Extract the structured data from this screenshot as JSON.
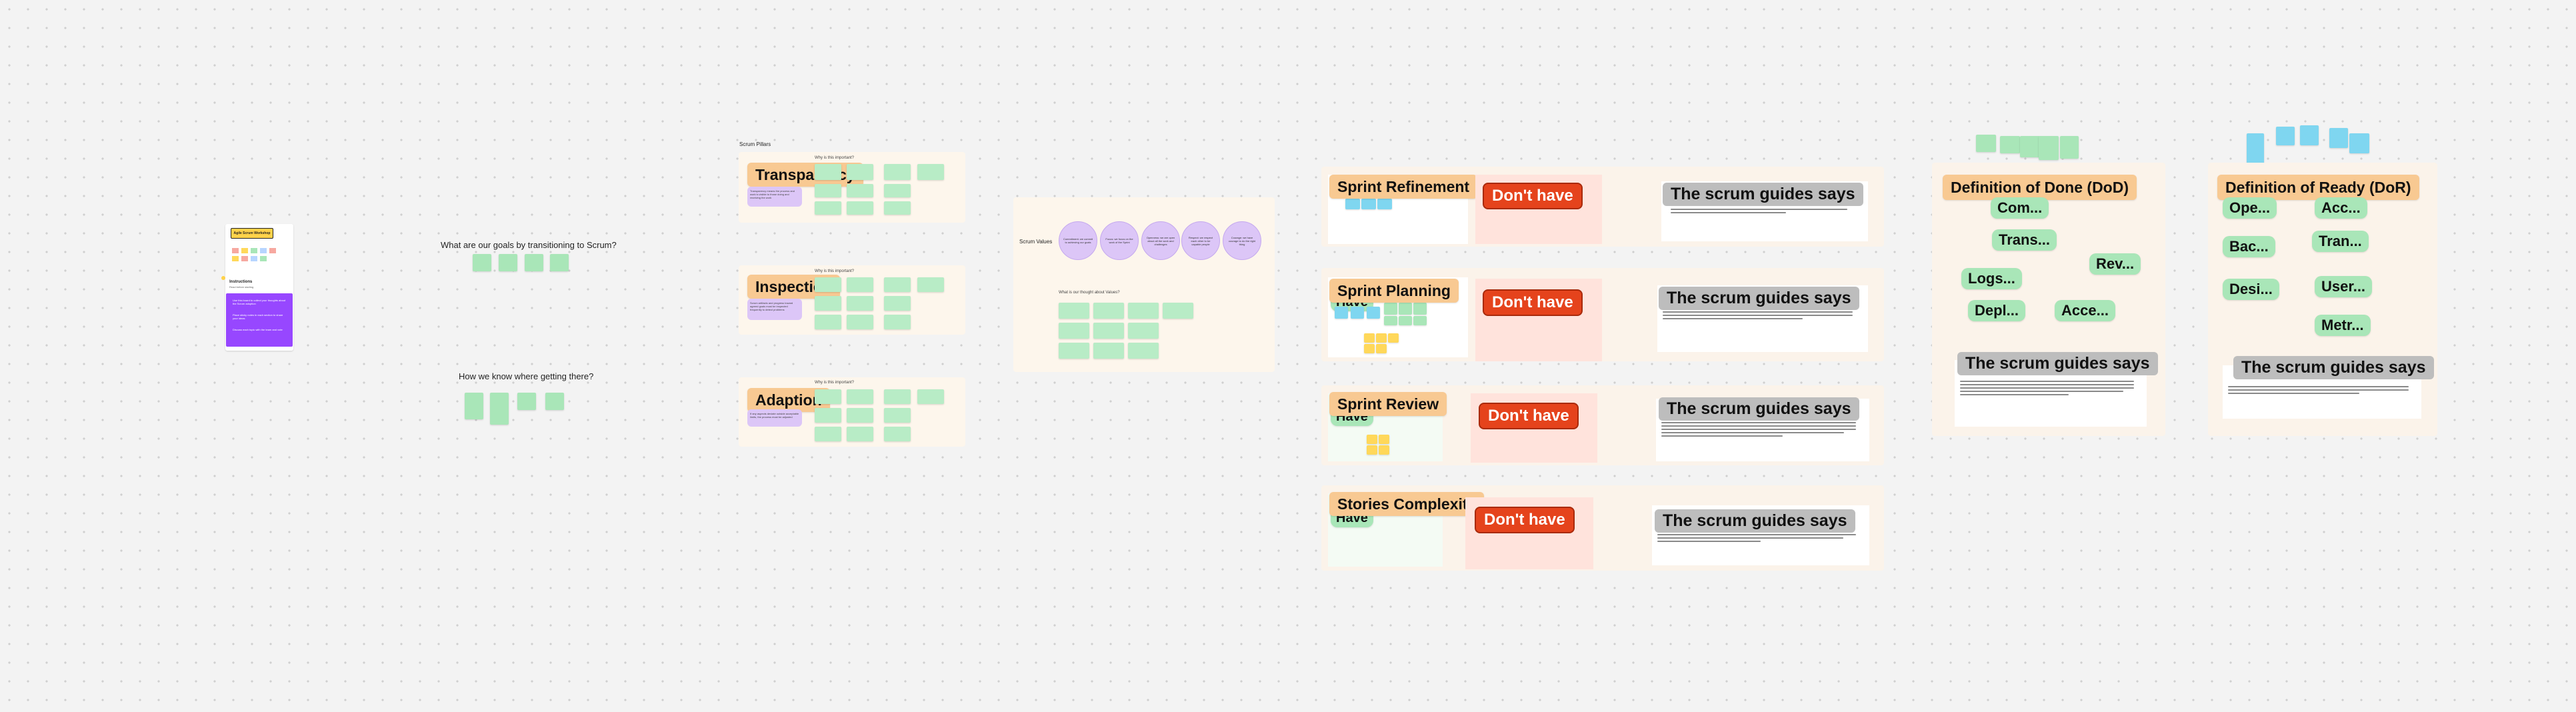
{
  "intro": {
    "board_title": "Agile Scrum Workshop",
    "instructions_title": "Instructions",
    "instructions_subtitle": "Read before starting",
    "instructions_items": [
      "Use this board to collect your thoughts about the Scrum adoption",
      "Place sticky notes in each section to share your ideas",
      "Discuss each topic with the team and vote"
    ]
  },
  "goals": {
    "question1": "What are our goals by transitioning to Scrum?",
    "question2": "How we know where getting there?"
  },
  "pillars": {
    "section_title": "Scrum Pillars",
    "question": "Why is this important?",
    "items": [
      {
        "label": "Transparency",
        "desc": "Transparency means the process and work is visible to those doing and receiving the work"
      },
      {
        "label": "Inspection",
        "desc": "Scrum artifacts and progress toward agreed goals must be inspected frequently to detect problems"
      },
      {
        "label": "Adaption",
        "desc": "If any aspects deviate outside acceptable limits, the process must be adjusted"
      }
    ]
  },
  "values": {
    "section_title": "Scrum Values",
    "circles": [
      "Commitment: we commit to achieving our goals",
      "Focus: we focus on the work of the Sprint",
      "Openness: we are open about all the work and challenges",
      "Respect: we respect each other to be capable people",
      "Courage: we have courage to do the right thing"
    ],
    "question": "What is our thought about Values?"
  },
  "events": {
    "dont_have": "Don't have",
    "have": "Have",
    "scrum_guide": "The scrum guides says",
    "items": [
      {
        "title": "Sprint Refinement"
      },
      {
        "title": "Sprint Planning"
      },
      {
        "title": "Sprint Review"
      },
      {
        "title": "Stories Complexity"
      }
    ]
  },
  "dod": {
    "title": "Definition of Done (DoD)",
    "pills": [
      "Com...",
      "Trans...",
      "Rev...",
      "Logs...",
      "Depl...",
      "Acce..."
    ],
    "scrum_guide": "The scrum guides says"
  },
  "dor": {
    "title": "Definition of Ready (DoR)",
    "pills": [
      "Ope...",
      "Acc...",
      "Bac...",
      "Tran...",
      "Desi...",
      "User...",
      "Metr..."
    ],
    "scrum_guide": "The scrum guides says"
  },
  "colors": {
    "sticky_green": "#a9e6b8",
    "label_orange": "#f8c992",
    "dont_have_red": "#e5431c",
    "guide_gray": "#bdbdbd",
    "values_purple": "#dcc6f7",
    "instructions_purple": "#9747ff"
  }
}
